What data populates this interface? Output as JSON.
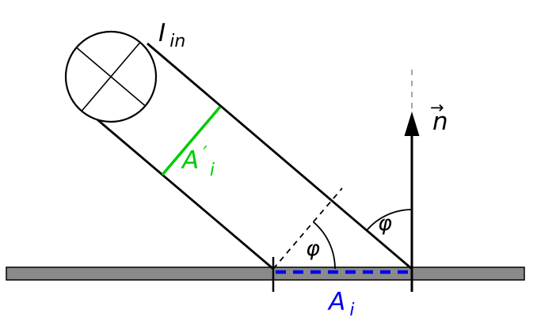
{
  "diagram": {
    "background": "#ffffff",
    "colors": {
      "line": "#000000",
      "cross_section_green": "#00cc00",
      "area_blue": "#0000ee",
      "surface_gray": "#8a8a8a",
      "normal_extension_gray": "#a6a6a6"
    },
    "labels": {
      "incident_beam": {
        "main": "I",
        "sub": "in"
      },
      "beam_cross_section": {
        "main": "A",
        "prime": "′",
        "sub": "i"
      },
      "illuminated_area": {
        "main": "A",
        "sub": "i"
      },
      "surface_normal": {
        "main": "n",
        "arrow": "→"
      },
      "angle_at_surface": "φ",
      "angle_at_normal": "φ"
    }
  }
}
